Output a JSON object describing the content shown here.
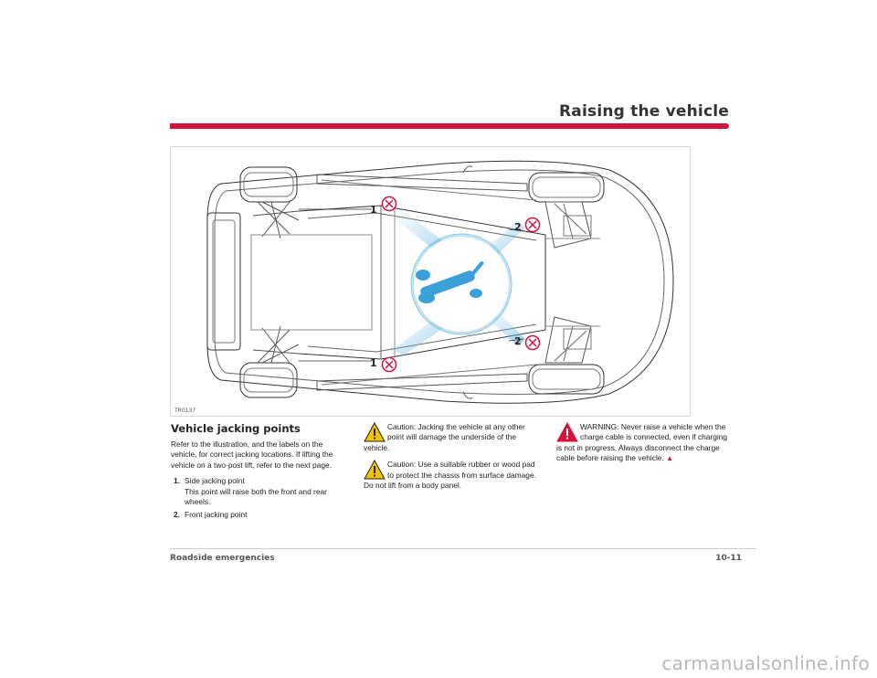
{
  "header": {
    "title": "Raising the vehicle"
  },
  "figure": {
    "code": "TR0137",
    "callouts": {
      "side_top": "1",
      "front_top": "2",
      "front_bottom": "2",
      "side_bottom": "1"
    }
  },
  "column1": {
    "heading": "Vehicle jacking points",
    "intro": "Refer to the illustration, and the labels on the vehicle, for correct jacking locations. If lifting the vehicle on a two-post lift, refer to the next page.",
    "items": [
      {
        "num": "1.",
        "label": "Side jacking point",
        "desc": "This point will raise both the front and rear wheels."
      },
      {
        "num": "2.",
        "label": "Front jacking point",
        "desc": ""
      }
    ]
  },
  "column2": {
    "cautions": [
      "Caution: Jacking the vehicle at any other point will damage the underside of the vehicle.",
      "Caution: Use a suitable rubber or wood pad to protect the chassis from surface damage. Do not lift from a body panel."
    ]
  },
  "column3": {
    "warning": "WARNING: Never raise a vehicle when the charge cable is connected, even if charging is not in progress. Always disconnect the charge cable before raising the vehicle.",
    "end_mark": "▲"
  },
  "footer": {
    "section": "Roadside emergencies",
    "page": "10-11"
  },
  "watermark": "carmanualsonline.info",
  "colors": {
    "accent": "#d2143a",
    "jack_blue": "#3aa0d8",
    "caution_yellow": "#f3c300"
  }
}
